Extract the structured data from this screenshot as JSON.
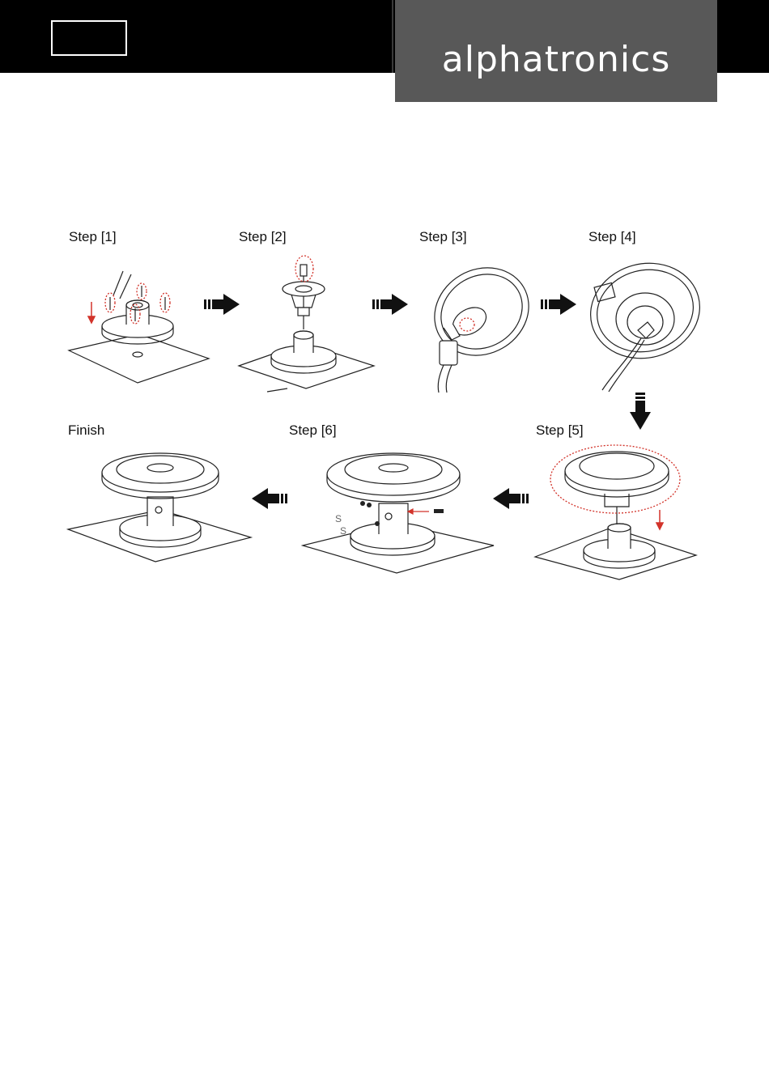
{
  "header": {
    "brand": "alphatronics",
    "page_box_label": ""
  },
  "steps": {
    "step1": "Step [1]",
    "step2": "Step [2]",
    "step3": "Step [3]",
    "step4": "Step [4]",
    "step5": "Step [5]",
    "step6": "Step [6]",
    "finish": "Finish"
  },
  "annotations": {
    "step6_fragment_a": "S",
    "step6_fragment_b": "S"
  },
  "colors": {
    "header_bg": "#000000",
    "brand_panel": "#585858",
    "accent_red": "#d2332a",
    "line": "#222222"
  },
  "icons": {
    "arrow_right": "flow-arrow-right-icon",
    "arrow_down": "flow-arrow-down-icon",
    "arrow_left": "flow-arrow-left-icon"
  }
}
